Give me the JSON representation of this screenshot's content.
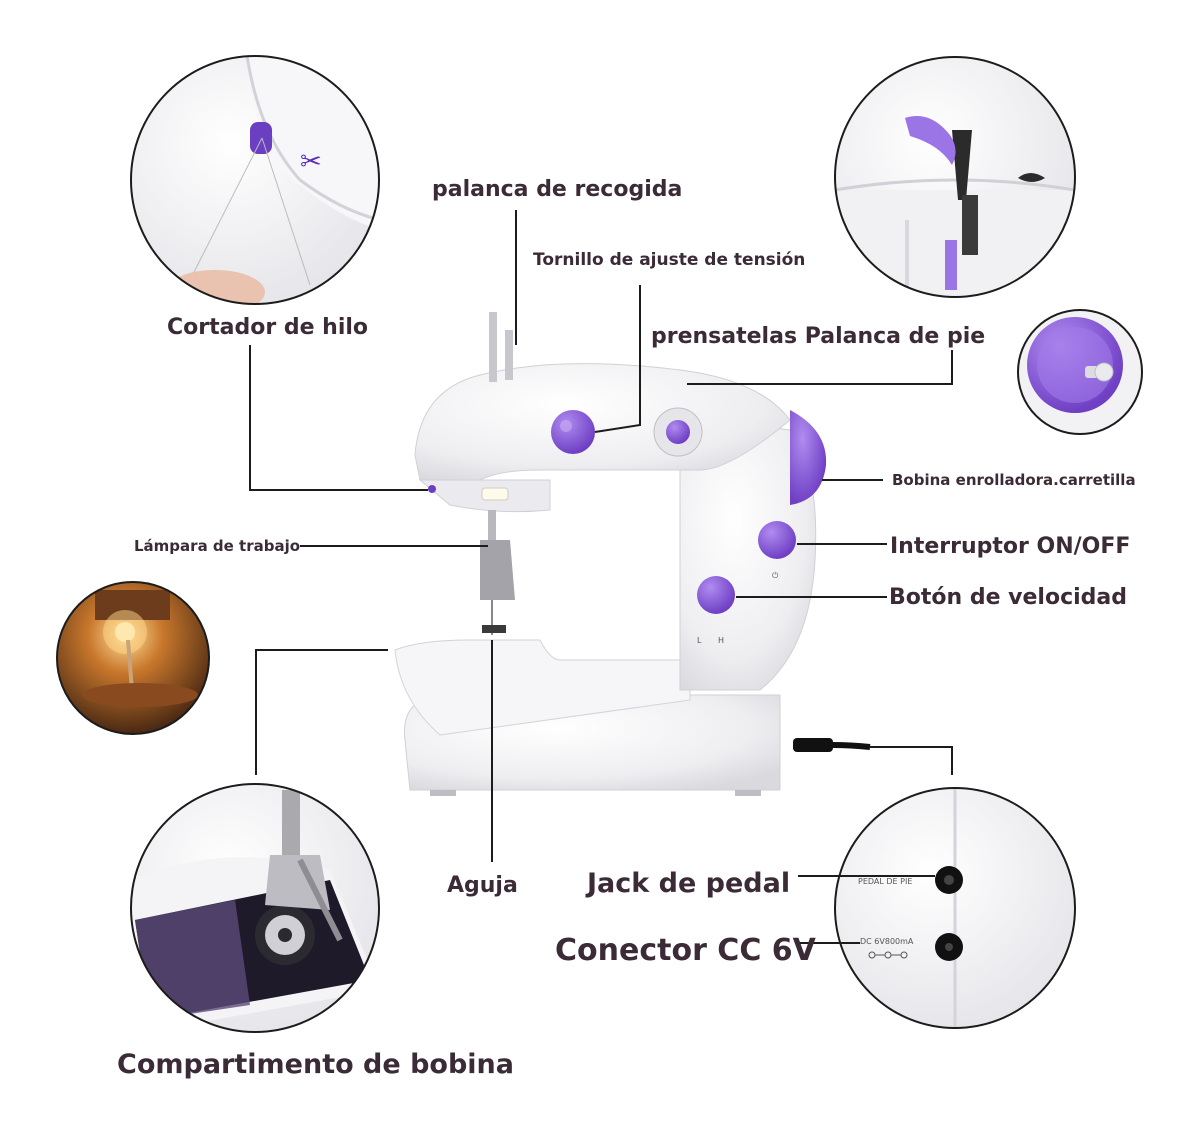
{
  "labels": {
    "take_up_lever": "palanca de recogida",
    "tension_screw": "Tornillo de ajuste de tensión",
    "thread_cutter": "Cortador de hilo",
    "presser_foot_lever": "prensatelas Palanca de pie",
    "bobbin_winder": "Bobina enrolladora.carretilla",
    "work_lamp": "Lámpara de trabajo",
    "power_switch": "Interruptor ON/OFF",
    "speed_button": "Botón de velocidad",
    "needle": "Aguja",
    "pedal_jack": "Jack de pedal",
    "dc_connector": "Conector CC 6V",
    "bobbin_compartment": "Compartimento de bobina"
  },
  "machine_markings": {
    "pedal_port": "PEDAL DE PIE",
    "dc_port": "DC 6V800mA",
    "speed_low": "L",
    "speed_high": "H"
  },
  "colors": {
    "accent_purple": "#8a5bd6",
    "machine_white": "#f3f3f5",
    "label_text": "#3b2b37",
    "leader_line": "#1c1c1c"
  }
}
